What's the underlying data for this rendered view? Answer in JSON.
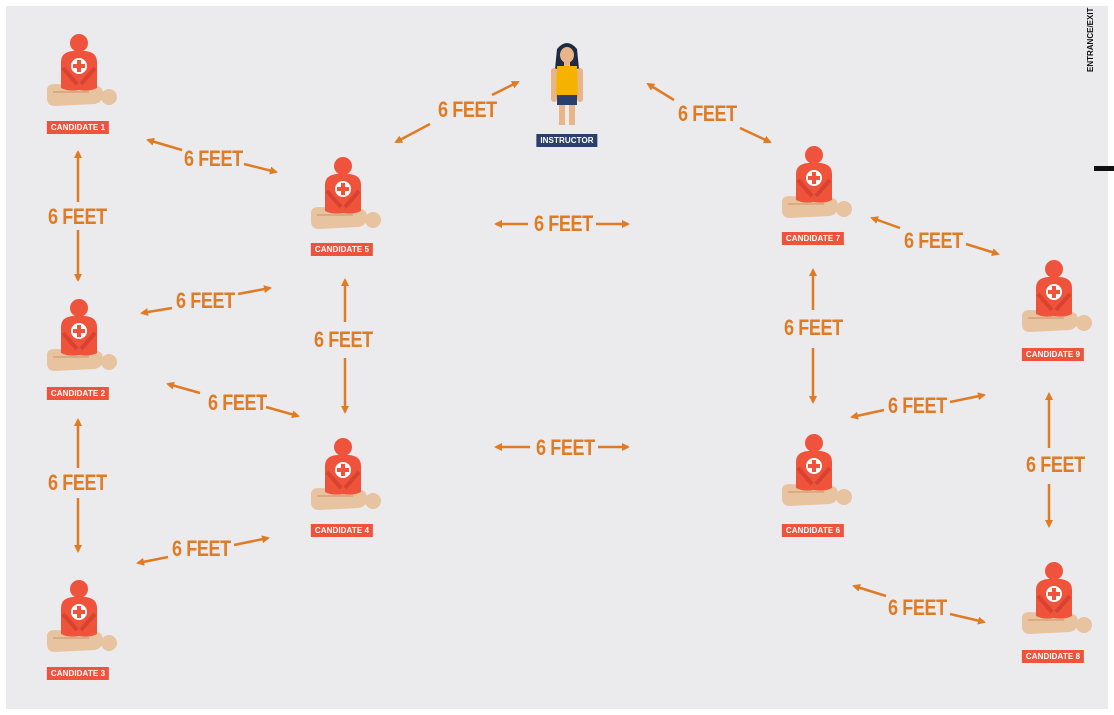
{
  "nodes": {
    "instructor": "INSTRUCTOR",
    "c1": "CANDIDATE 1",
    "c2": "CANDIDATE 2",
    "c3": "CANDIDATE 3",
    "c4": "CANDIDATE 4",
    "c5": "CANDIDATE 5",
    "c6": "CANDIDATE 6",
    "c7": "CANDIDATE 7",
    "c8": "CANDIDATE 8",
    "c9": "CANDIDATE 9"
  },
  "distance_label": "6 FEET",
  "entrance_exit": "ENTRANCE/EXIT",
  "colors": {
    "background": "#ebebee",
    "arrow": "#e07b24",
    "candidate_label": "#f0533c",
    "instructor_label": "#2b3f6c",
    "rescuer": "#f0533c",
    "victim": "#e8c3a0"
  }
}
